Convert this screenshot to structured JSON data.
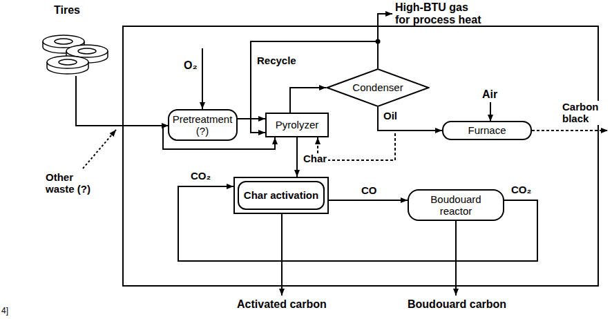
{
  "diagram": {
    "nodes": [
      {
        "text": [
          "Pretreatment (?)"
        ]
      },
      {
        "text": [
          "Pyrolyzer"
        ]
      },
      {
        "text": [
          "Condenser"
        ]
      },
      {
        "text": [
          "Furnace"
        ]
      },
      {
        "text": [
          "Char activation"
        ]
      },
      {
        "text": [
          "Boudouard reactor"
        ]
      }
    ],
    "edges": [
      {
        "from": 0,
        "to": 1,
        "arrow": "to"
      },
      {
        "from": 1,
        "to": 2,
        "arrow": "to"
      },
      {
        "from": 2,
        "to": 1,
        "label": "Recycle",
        "arrow": "to"
      },
      {
        "from": 2,
        "to": 3,
        "label": "Oil",
        "arrow": "to"
      },
      {
        "from": 2,
        "to": 1,
        "arrow": "to"
      },
      {
        "from": 1,
        "to": 4,
        "label": "Char",
        "arrow": "to"
      },
      {
        "from": 4,
        "to": 5,
        "label": "CO",
        "arrow": "to"
      },
      {
        "from": 5,
        "to": 4,
        "label": "CO₂",
        "arrow": "to"
      }
    ],
    "labels": [
      "Tires",
      "Other waste (?)",
      "O₂",
      "High-BTU gas for process heat",
      "Air",
      "Carbon black",
      "CO₂",
      "Activated carbon",
      "Boudouard carbon",
      "4]"
    ]
  }
}
